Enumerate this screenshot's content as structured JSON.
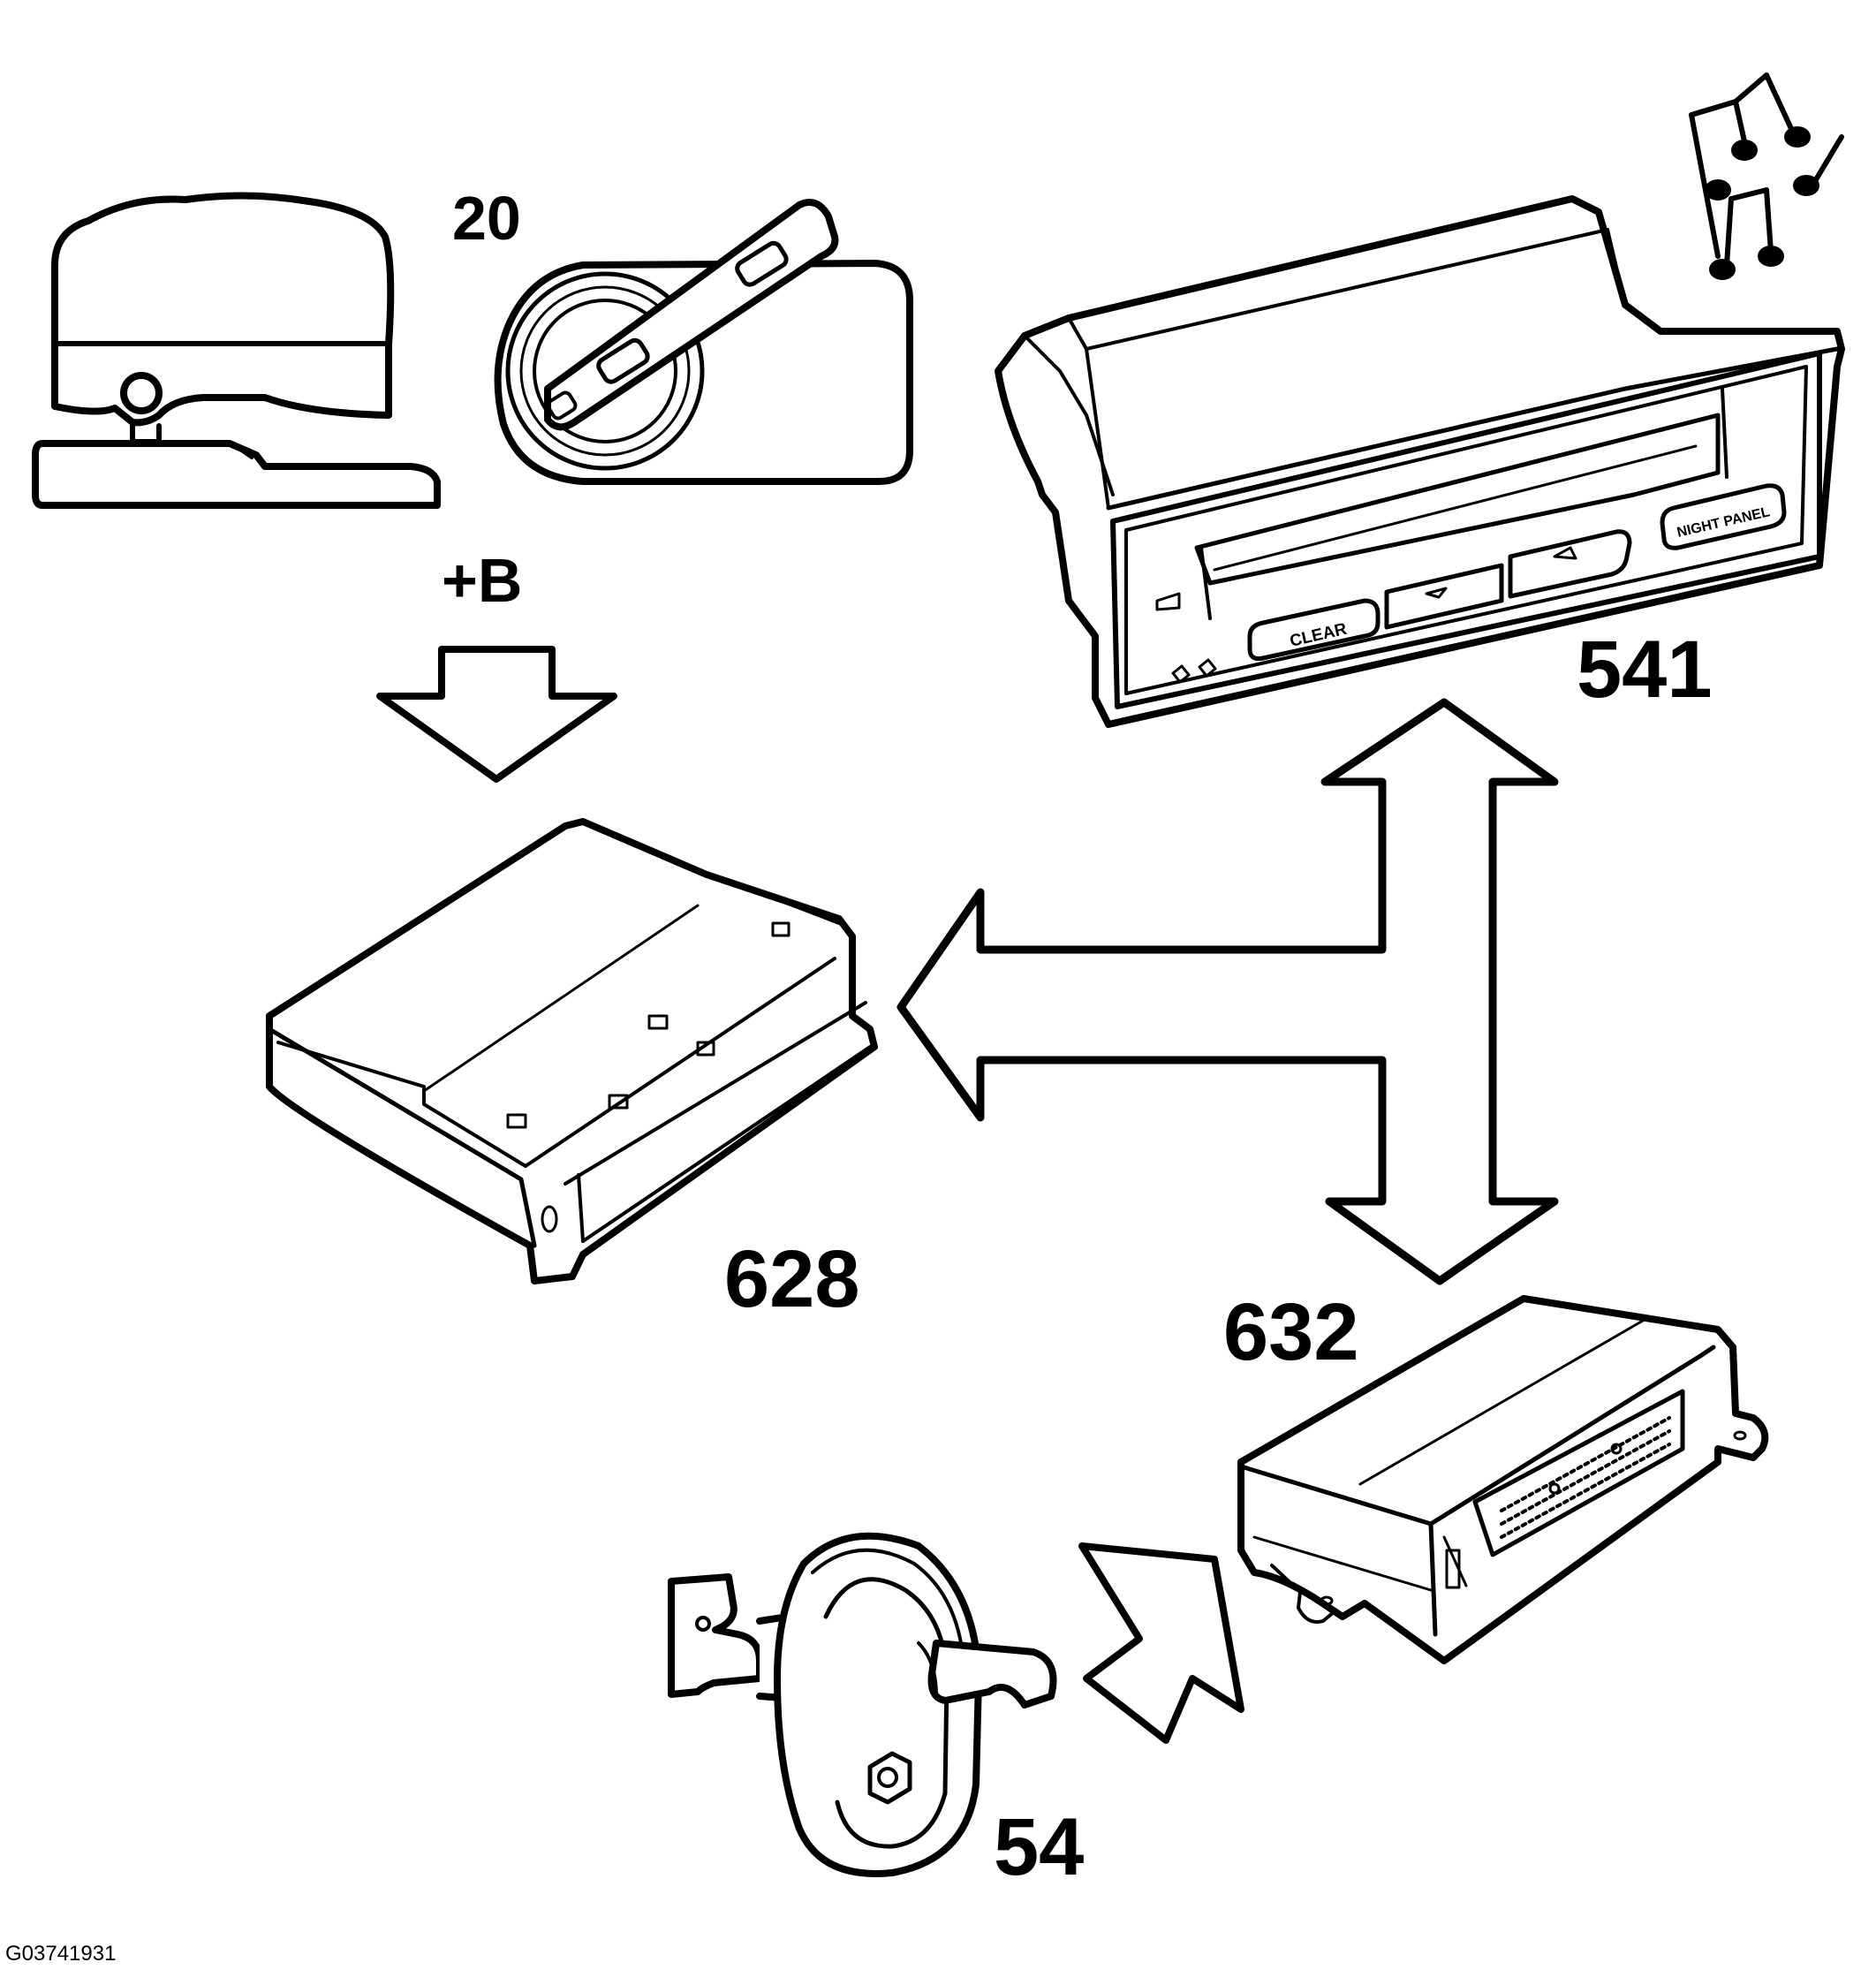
{
  "labels": {
    "part_20": "20",
    "part_541": "541",
    "part_628": "628",
    "part_632": "632",
    "part_54": "54",
    "power": "+B"
  },
  "display_buttons": {
    "clear": "CLEAR",
    "night_panel": "NIGHT PANEL"
  },
  "figure_id": "G03741931",
  "colors": {
    "line": "#000000",
    "background": "#ffffff"
  },
  "icons": {
    "music": "music-notes-icon",
    "power_arrow": "down-arrow-icon"
  }
}
